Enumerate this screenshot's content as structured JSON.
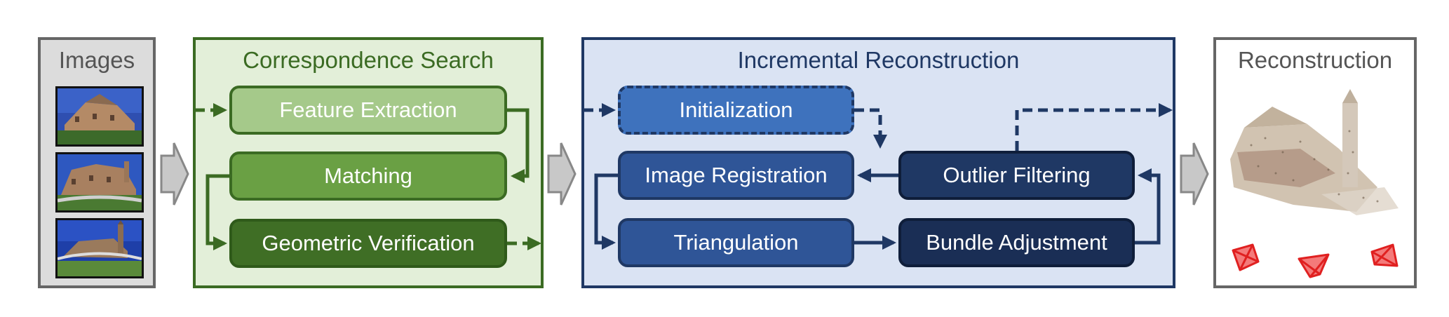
{
  "images_panel": {
    "title": "Images"
  },
  "correspondence": {
    "title": "Correspondence Search",
    "steps": [
      "Feature Extraction",
      "Matching",
      "Geometric Verification"
    ]
  },
  "incremental": {
    "title": "Incremental Reconstruction",
    "steps": {
      "initialization": "Initialization",
      "image_registration": "Image Registration",
      "outlier_filtering": "Outlier Filtering",
      "triangulation": "Triangulation",
      "bundle_adjustment": "Bundle Adjustment"
    }
  },
  "reconstruction_panel": {
    "title": "Reconstruction"
  },
  "colors": {
    "green_border": "#3b6b23",
    "green_fill": "#e3efd9",
    "blue_border": "#1f3864",
    "blue_fill": "#dae3f3",
    "camera_red": "#e02020"
  }
}
